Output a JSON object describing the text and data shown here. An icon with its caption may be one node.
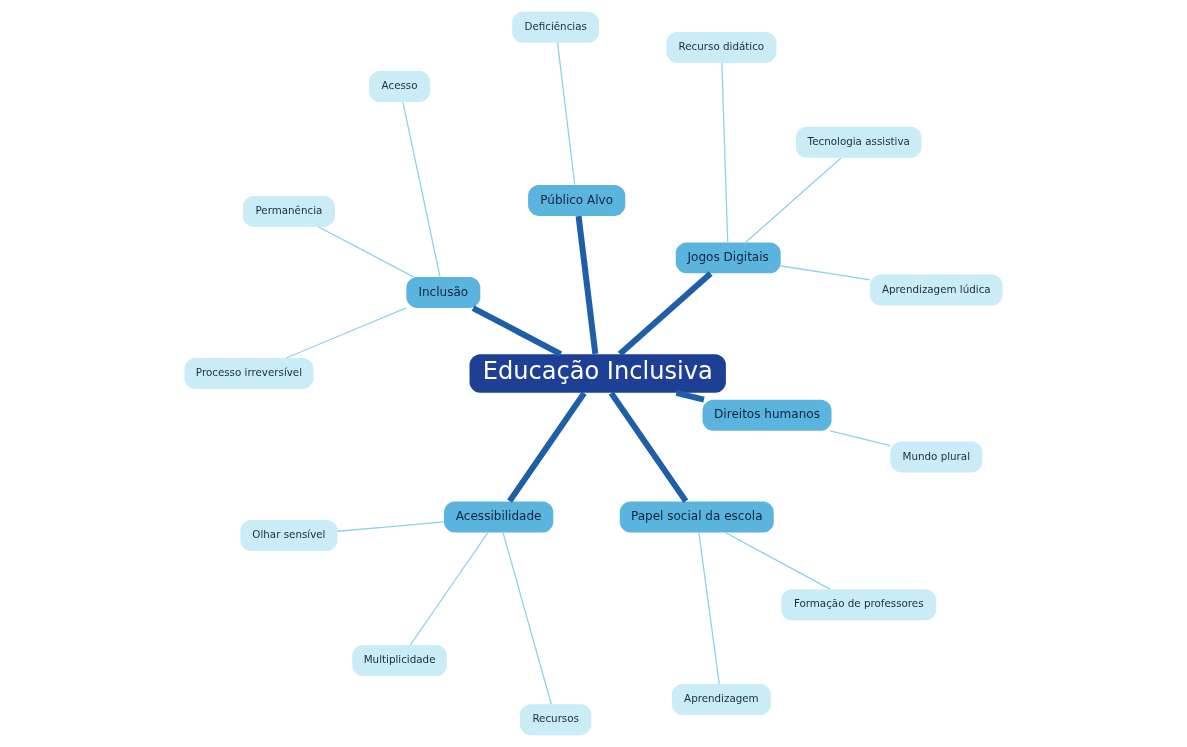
{
  "diagram": {
    "nodes": [
      {
        "text": [
          "Educação Inclusiva"
        ]
      },
      {
        "text": [
          "Jogos Digitais"
        ]
      },
      {
        "text": [
          "Aprendizagem lúdica"
        ]
      },
      {
        "text": [
          "Tecnologia assistiva"
        ]
      },
      {
        "text": [
          "Recurso didático"
        ]
      },
      {
        "text": [
          "Público Alvo"
        ]
      },
      {
        "text": [
          "Deficiências"
        ]
      },
      {
        "text": [
          "Inclusão"
        ]
      },
      {
        "text": [
          "Acesso"
        ]
      },
      {
        "text": [
          "Permanência"
        ]
      },
      {
        "text": [
          "Processo irreversível"
        ]
      },
      {
        "text": [
          "Acessibilidade"
        ]
      },
      {
        "text": [
          "Olhar sensível"
        ]
      },
      {
        "text": [
          "Multiplicidade"
        ]
      },
      {
        "text": [
          "Recursos"
        ]
      },
      {
        "text": [
          "Papel social da escola"
        ]
      },
      {
        "text": [
          "Aprendizagem"
        ]
      },
      {
        "text": [
          "Formação de professores"
        ]
      },
      {
        "text": [
          "Direitos humanos"
        ]
      },
      {
        "text": [
          "Mundo plural"
        ]
      }
    ],
    "edges": [
      {
        "from": 0,
        "to": 1,
        "arrow": "none",
        "style": "thick",
        "color": "#1f5fa8"
      },
      {
        "from": 1,
        "to": 2,
        "arrow": "none"
      },
      {
        "from": 1,
        "to": 3,
        "arrow": "none"
      },
      {
        "from": 1,
        "to": 4,
        "arrow": "none"
      },
      {
        "from": 0,
        "to": 5,
        "arrow": "none",
        "style": "thick",
        "color": "#1f5fa8"
      },
      {
        "from": 5,
        "to": 6,
        "arrow": "none"
      },
      {
        "from": 0,
        "to": 7,
        "arrow": "none",
        "style": "thick",
        "color": "#1f5fa8"
      },
      {
        "from": 7,
        "to": 8,
        "arrow": "none"
      },
      {
        "from": 7,
        "to": 9,
        "arrow": "none"
      },
      {
        "from": 7,
        "to": 10,
        "arrow": "none"
      },
      {
        "from": 0,
        "to": 11,
        "arrow": "none",
        "style": "thick",
        "color": "#1f5fa8"
      },
      {
        "from": 11,
        "to": 12,
        "arrow": "none"
      },
      {
        "from": 11,
        "to": 13,
        "arrow": "none"
      },
      {
        "from": 11,
        "to": 14,
        "arrow": "none"
      },
      {
        "from": 0,
        "to": 15,
        "arrow": "none",
        "style": "thick",
        "color": "#1f5fa8"
      },
      {
        "from": 15,
        "to": 16,
        "arrow": "none"
      },
      {
        "from": 15,
        "to": 17,
        "arrow": "none"
      },
      {
        "from": 0,
        "to": 18,
        "arrow": "none",
        "style": "thick",
        "color": "#1f5fa8"
      },
      {
        "from": 18,
        "to": 19,
        "arrow": "none"
      }
    ]
  }
}
